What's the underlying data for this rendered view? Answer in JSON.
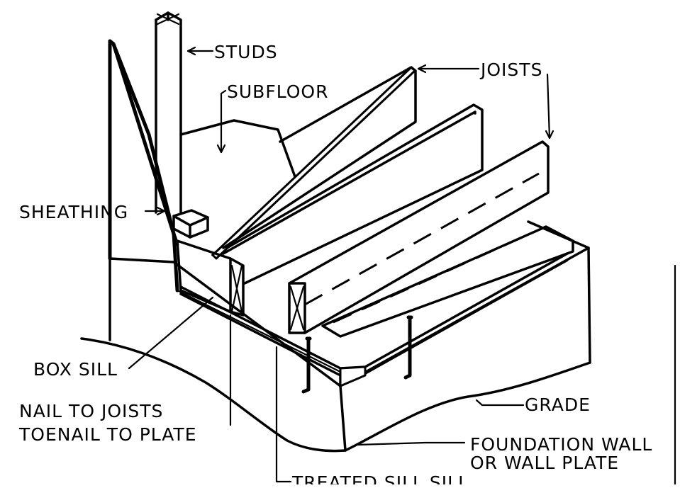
{
  "labels": {
    "studs": "STUDS",
    "joists": "JOISTS",
    "subfloor": "SUBFLOOR",
    "sheathing": "SHEATHING",
    "box_sill": "BOX SILL",
    "nail_line1": "NAIL TO JOISTS",
    "nail_line2": "TOENAIL TO PLATE",
    "grade": "GRADE",
    "foundation_line1": "FOUNDATION WALL",
    "foundation_line2": "OR WALL PLATE",
    "treated_sill": "TREATED SILL SILL"
  },
  "colors": {
    "ink": "#000000",
    "paper": "#ffffff"
  }
}
